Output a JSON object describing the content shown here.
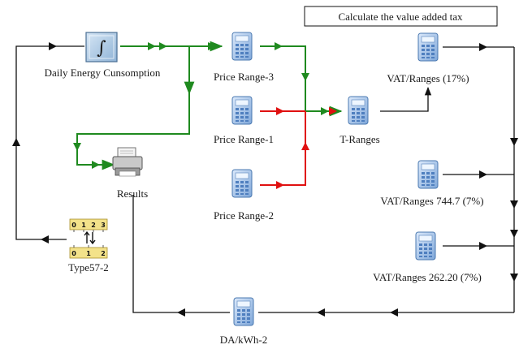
{
  "title": "Calculate the value added tax",
  "components": {
    "integrator": {
      "label": "Daily Energy Cunsomption",
      "icon": "integral-icon"
    },
    "printer": {
      "label": "Results",
      "icon": "printer-icon"
    },
    "type57": {
      "label": "Type57-2",
      "icon": "converter-icon",
      "top_ticks": [
        "0",
        "1",
        "2",
        "3"
      ],
      "bottom_ticks": [
        "0",
        "1",
        "2"
      ]
    },
    "price_range_3": {
      "label": "Price Range-3",
      "icon": "calculator-icon"
    },
    "price_range_1": {
      "label": "Price Range-1",
      "icon": "calculator-icon"
    },
    "price_range_2": {
      "label": "Price Range-2",
      "icon": "calculator-icon"
    },
    "t_ranges": {
      "label": "T-Ranges",
      "icon": "calculator-icon"
    },
    "vat_17": {
      "label": "VAT/Ranges (17%)",
      "icon": "calculator-icon"
    },
    "vat_744": {
      "label": "VAT/Ranges 744.7 (7%)",
      "icon": "calculator-icon"
    },
    "vat_262": {
      "label": "VAT/Ranges 262.20 (7%)",
      "icon": "calculator-icon"
    },
    "da_kwh": {
      "label": "DA/kWh-2",
      "icon": "calculator-icon"
    }
  },
  "colors": {
    "green": "#1f8a1f",
    "red": "#e01010",
    "black": "#111111"
  }
}
